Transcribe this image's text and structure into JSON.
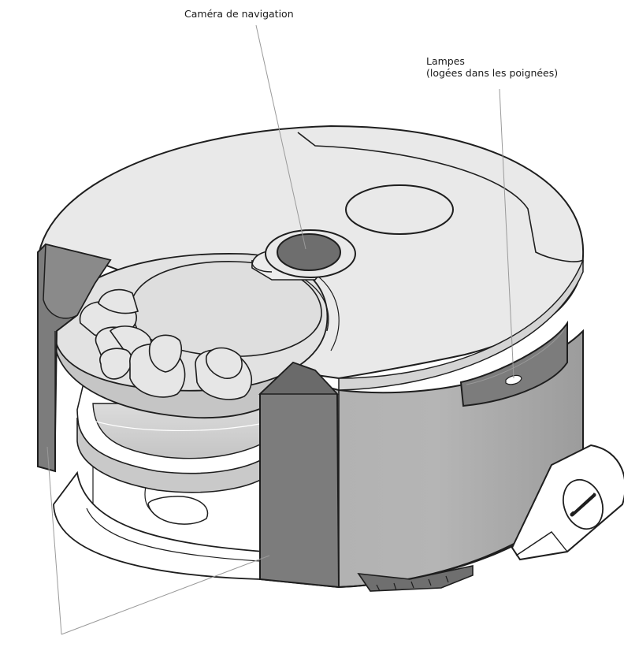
{
  "callouts": {
    "camera": "Caméra de navigation",
    "lamps_line1": "Lampes",
    "lamps_line2": "(logées dans les poignées)"
  },
  "colors": {
    "outline": "#1e1e1e",
    "top_light": "#e9e9e9",
    "body_mid": "#b3b3b3",
    "handle_dark": "#7c7c7c",
    "camera_dark": "#6e6e6e",
    "leader": "#9a9a9a",
    "lamp_white": "#ffffff"
  }
}
